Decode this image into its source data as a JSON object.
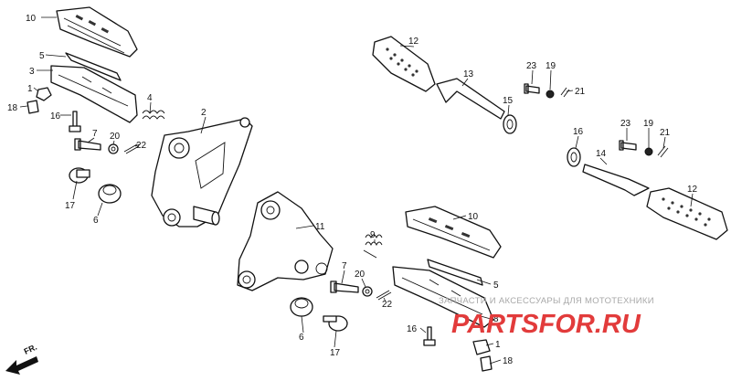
{
  "callouts": [
    "10",
    "5",
    "3",
    "1",
    "18",
    "16",
    "4",
    "7",
    "20",
    "22",
    "2",
    "17",
    "6",
    "12",
    "13",
    "23",
    "19",
    "21",
    "15",
    "16",
    "23",
    "19",
    "21",
    "14",
    "12",
    "11",
    "10",
    "9",
    "5",
    "7",
    "20",
    "22",
    "8",
    "6",
    "17",
    "16",
    "1",
    "18"
  ],
  "watermark": {
    "text": "ЗАПЧАСТИ И АКСЕССУАРЫ ДЛЯ МОТОТЕХНИКИ",
    "logo": "PARTSFOR.RU",
    "logo_color": "#e23b3b"
  },
  "direction_label": "FR."
}
